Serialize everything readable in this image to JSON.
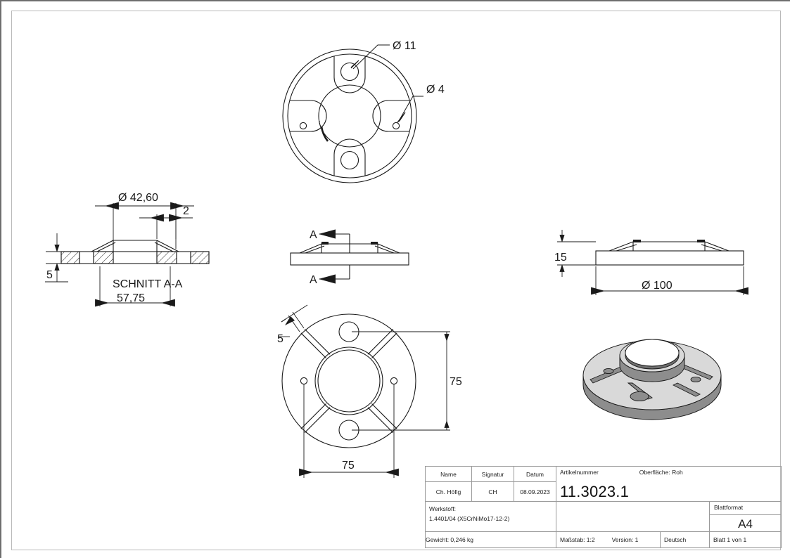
{
  "drawing": {
    "views": {
      "bottom_view": {
        "name": "bottom-view",
        "callouts": [
          {
            "label": "Ø 11",
            "id": "dia-11"
          },
          {
            "label": "Ø 4",
            "id": "dia-4"
          }
        ]
      },
      "section_view": {
        "name": "section-a-a",
        "title": "SCHNITT A-A",
        "dims": [
          {
            "label": "Ø 42,60",
            "id": "dia-42-60"
          },
          {
            "label": "2",
            "id": "thk-2"
          },
          {
            "label": "5",
            "id": "plate-5"
          },
          {
            "label": "57,75",
            "id": "width-57-75"
          }
        ]
      },
      "front_view": {
        "name": "front-elevation",
        "section_marks": [
          "A",
          "A"
        ]
      },
      "right_view": {
        "name": "right-elevation",
        "dims": [
          {
            "label": "15",
            "id": "height-15"
          },
          {
            "label": "Ø 100",
            "id": "dia-100"
          }
        ]
      },
      "plan_view": {
        "name": "top-plan-view",
        "dims": [
          {
            "label": "5",
            "id": "rib-5"
          },
          {
            "label": "75",
            "id": "pitch-vertical-75"
          },
          {
            "label": "75",
            "id": "pitch-horizontal-75"
          }
        ]
      },
      "iso_view": {
        "name": "isometric-3d-view"
      }
    },
    "colors": {
      "line": "#1a1a1a",
      "frame": "#b9b9b9",
      "page_edge": "#6e6e6e",
      "iso_top": "#d9d9d9",
      "iso_side": "#8d8d8d",
      "iso_dark": "#6f6f6f",
      "iso_bore": "#ffffff"
    }
  },
  "title_block": {
    "headers": {
      "name": "Name",
      "signatur": "Signatur",
      "datum": "Datum",
      "artikelnummer": "Artikelnummer",
      "oberflaeche": "Oberfläche:  Roh",
      "blattformat": "Blattformat"
    },
    "values": {
      "name": "Ch. Höfig",
      "signatur": "CH",
      "datum": "08.09.2023",
      "artikelnummer": "11.3023.1",
      "blattformat": "A4"
    },
    "werkstoff": {
      "label": "Werkstoff:",
      "value": "1.4401/04 (X5CrNiMo17-12-2)"
    },
    "footer": {
      "gewicht": "Gewicht: 0,246 kg",
      "massstab": "Maßstab: 1:2",
      "version": "Version: 1",
      "sprache": "Deutsch",
      "blatt": "Blatt 1 von 1"
    }
  }
}
